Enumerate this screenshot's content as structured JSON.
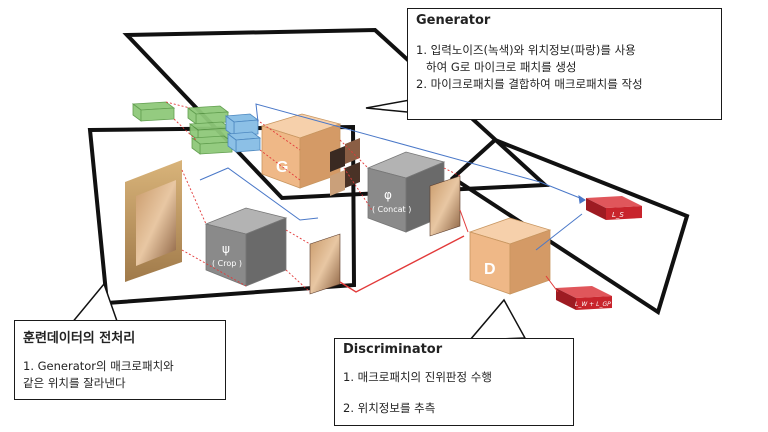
{
  "diagram": {
    "cubes": {
      "generator": "G",
      "concat_symbol": "φ",
      "concat_label": "( Concat )",
      "crop_symbol": "ψ",
      "crop_label": "( Crop )",
      "discriminator": "D"
    },
    "losses": {
      "spatial": "L_S",
      "adversarial": "L_W + L_GP"
    },
    "colors": {
      "noise": "#8fc97a",
      "position": "#8cc0e6",
      "cube_orange": "#efb887",
      "cube_gray": "#8a8a8a",
      "loss_red": "#c8242c",
      "flow_blue": "#4a78c8",
      "flow_red": "#e23a3a"
    }
  },
  "callouts": {
    "generator": {
      "title": "Generator",
      "line1": "1. 입력노이즈(녹색)와 위치정보(파랑)를 사용",
      "line1b": "하여 G로 마이크로 패치를 생성",
      "line2": "2. 마이크로패치를 결합하여 매크로패치를 작성"
    },
    "preprocess": {
      "title": "훈련데이터의 전처리",
      "line1": "1. Generator의 매크로패치와",
      "line1b": "같은 위치를 잘라낸다"
    },
    "discriminator": {
      "title": "Discriminator",
      "line1": "1. 매크로패치의 진위판정 수행",
      "line2": "2. 위치정보를 추측"
    }
  }
}
